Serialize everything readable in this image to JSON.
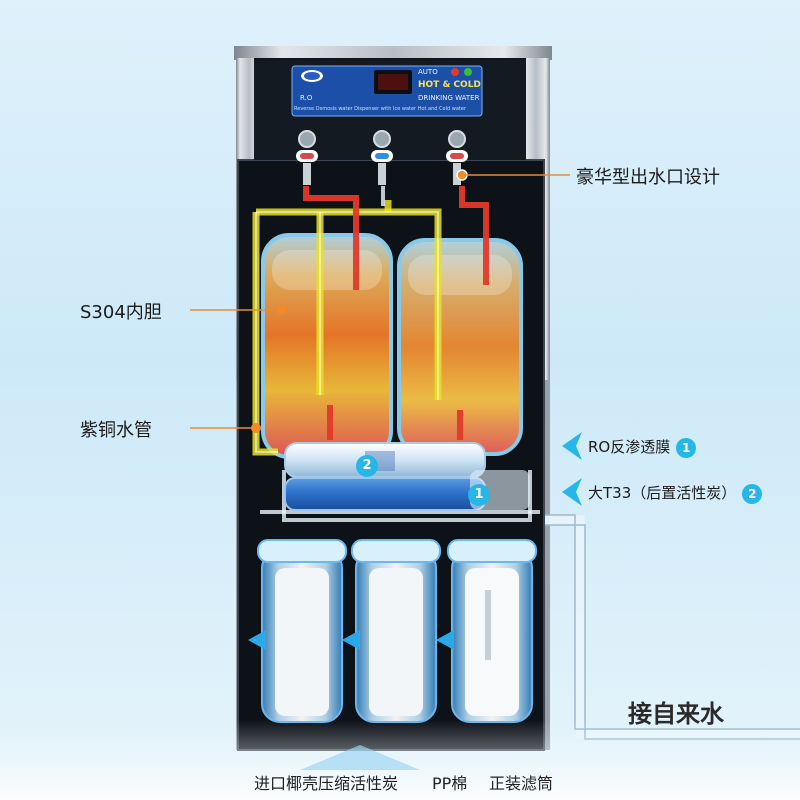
{
  "labels": {
    "dispenser_outlet": "豪华型出水口设计",
    "inner_tank": "S304内胆",
    "copper_pipe": "紫铜水管",
    "ro_membrane": "RO反渗透膜",
    "ro_membrane_number": "1",
    "t33_filter": "大T33（后置活性炭）",
    "t33_filter_number": "2",
    "water_inlet": "接自来水",
    "filter_1": "进口椰壳压缩活性炭",
    "filter_2": "PP棉",
    "filter_3": "正装滤筒"
  },
  "panel": {
    "auto_text": "AUTO",
    "hot_cold_text": "HOT & COLD",
    "drinking_water_text": "DRINKING WATER",
    "ro_text": "R.O",
    "tagline": "Reverse Osmosis water Dispenser with Ice water Hot and Cold water"
  },
  "colors": {
    "accent_blue": "#27b6e8",
    "cabinet_dark": "#10151c",
    "hot_red": "#e23a2a",
    "pipe_yellow": "#e8e020"
  }
}
